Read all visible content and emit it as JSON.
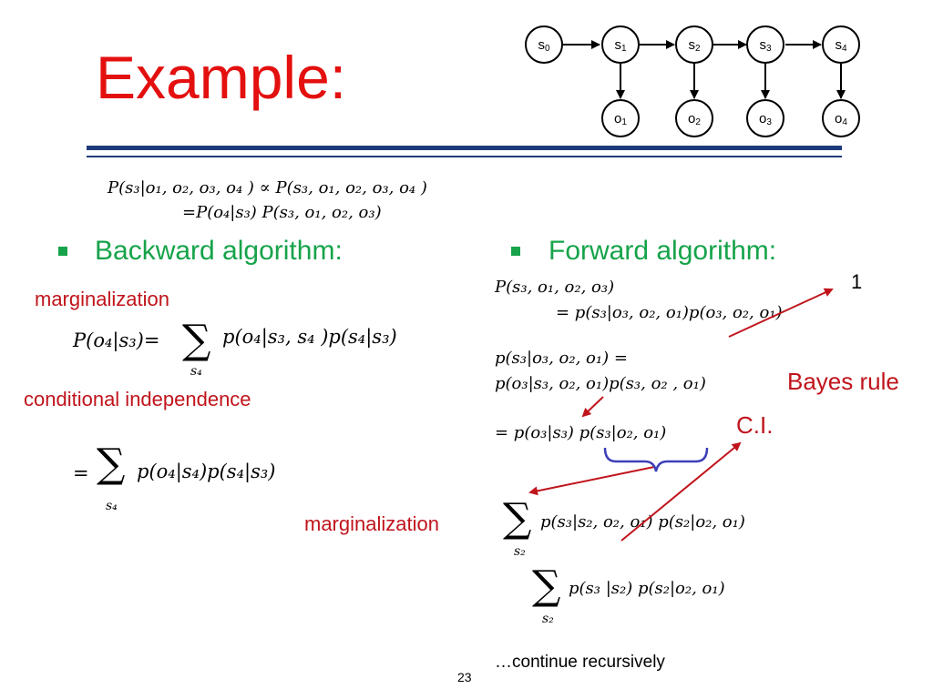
{
  "title": "Example:",
  "diagram": {
    "states": [
      {
        "base": "s",
        "idx": "0"
      },
      {
        "base": "s",
        "idx": "1"
      },
      {
        "base": "s",
        "idx": "2"
      },
      {
        "base": "s",
        "idx": "3"
      },
      {
        "base": "s",
        "idx": "4"
      }
    ],
    "observations": [
      {
        "base": "o",
        "idx": "1"
      },
      {
        "base": "o",
        "idx": "2"
      },
      {
        "base": "o",
        "idx": "3"
      },
      {
        "base": "o",
        "idx": "4"
      }
    ]
  },
  "equations": {
    "top_line1": "P(s₃|o₁, o₂, o₃, o₄ ) ∝ P(s₃, o₁, o₂, o₃, o₄ )",
    "top_line2": "=P(o₄|s₃) P(s₃, o₁, o₂, o₃)",
    "backward_lhs": "P(o₄|s₃)",
    "equals_sign": "=",
    "equals_only": "=",
    "sum_symbol": "∑",
    "sum_index_s4": "s₄",
    "sum_index_s2": "s₂",
    "backward_rhs": "p(o₄|s₃, s₄ )p(s₄|s₃)",
    "backward_simplified": "p(o₄|s₄)p(s₄|s₃)",
    "forward_line1": "P(s₃, o₁, o₂, o₃)",
    "forward_line2": "= p(s₃|o₃, o₂, o₁)p(o₃, o₂, o₁)",
    "forward_line3": "p(s₃|o₃, o₂, o₁) =",
    "forward_line4": "p(o₃|s₃, o₂, o₁)p(s₃, o₂ , o₁)",
    "forward_line5": "= p(o₃|s₃) p(s₃|o₂, o₁)",
    "forward_line6": "p(s₃|s₂, o₂, o₁) p(s₂|o₂, o₁)",
    "forward_line7": "p(s₃ |s₂) p(s₂|o₂, o₁)"
  },
  "bullets": {
    "backward": "Backward algorithm:",
    "forward": "Forward algorithm:"
  },
  "labels": {
    "marginalization": "marginalization",
    "conditional_independence": "conditional independence",
    "bayes_rule": "Bayes rule",
    "ci": "C.I.",
    "annotation_1": "1"
  },
  "footer": {
    "continue_text": "…continue recursively",
    "page_number": "23"
  },
  "colors": {
    "title_red": "#e3100f",
    "label_red": "#c0141c",
    "bullet_green": "#16a34a",
    "rule_navy": "#1f3a7a",
    "brace_blue": "#3b3fb8"
  }
}
